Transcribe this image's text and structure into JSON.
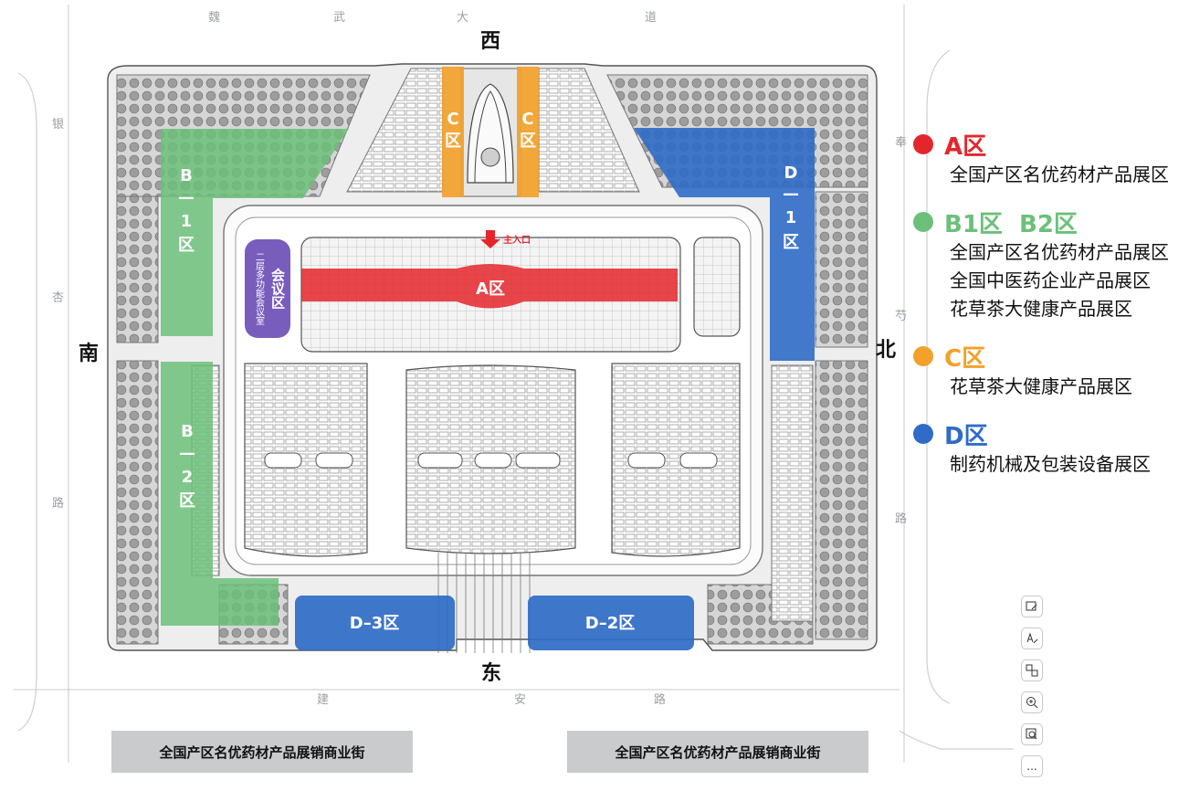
{
  "map": {
    "roads": {
      "top": [
        "魏",
        "武",
        "大",
        "道"
      ],
      "left": [
        "银",
        "杏",
        "路"
      ],
      "right": [
        "奉",
        "芍",
        "路"
      ],
      "bottom": [
        "建",
        "安",
        "路"
      ]
    },
    "directions": {
      "west": "西",
      "east": "东",
      "south": "南",
      "north": "北"
    },
    "zones": {
      "c_left": [
        "C",
        "区"
      ],
      "c_right": [
        "C",
        "区"
      ],
      "b1": [
        "B",
        "—",
        "1",
        "区"
      ],
      "b2": [
        "B",
        "—",
        "2",
        "区"
      ],
      "d1": [
        "D",
        "—",
        "1",
        "区"
      ],
      "d2": "D–2区",
      "d3": "D–3区",
      "a": "A区",
      "meeting": "会议区",
      "meeting_sub": "二层多功能会议室",
      "entrance": "主入口"
    },
    "colors": {
      "A": "#e4262c",
      "B": "#6cc07a",
      "C": "#f2a12b",
      "D": "#2f6bc7",
      "meeting": "#6a4bb5"
    }
  },
  "legend": [
    {
      "title": "A区",
      "color": "#e4262c",
      "lines": [
        "全国产区名优药材产品展区"
      ]
    },
    {
      "title": "B1区  B2区",
      "color": "#6cc07a",
      "lines": [
        "全国产区名优药材产品展区",
        "全国中医药企业产品展区",
        "花草茶大健康产品展区"
      ]
    },
    {
      "title": "C区",
      "color": "#f2a12b",
      "lines": [
        "花草茶大健康产品展区"
      ]
    },
    {
      "title": "D区",
      "color": "#2f6bc7",
      "lines": [
        "制药机械及包装设备展区"
      ]
    }
  ],
  "banners": {
    "left": "全国产区名优药材产品展销商业街",
    "right": "全国产区名优药材产品展销商业街"
  },
  "toolbar": {
    "more": "..."
  }
}
